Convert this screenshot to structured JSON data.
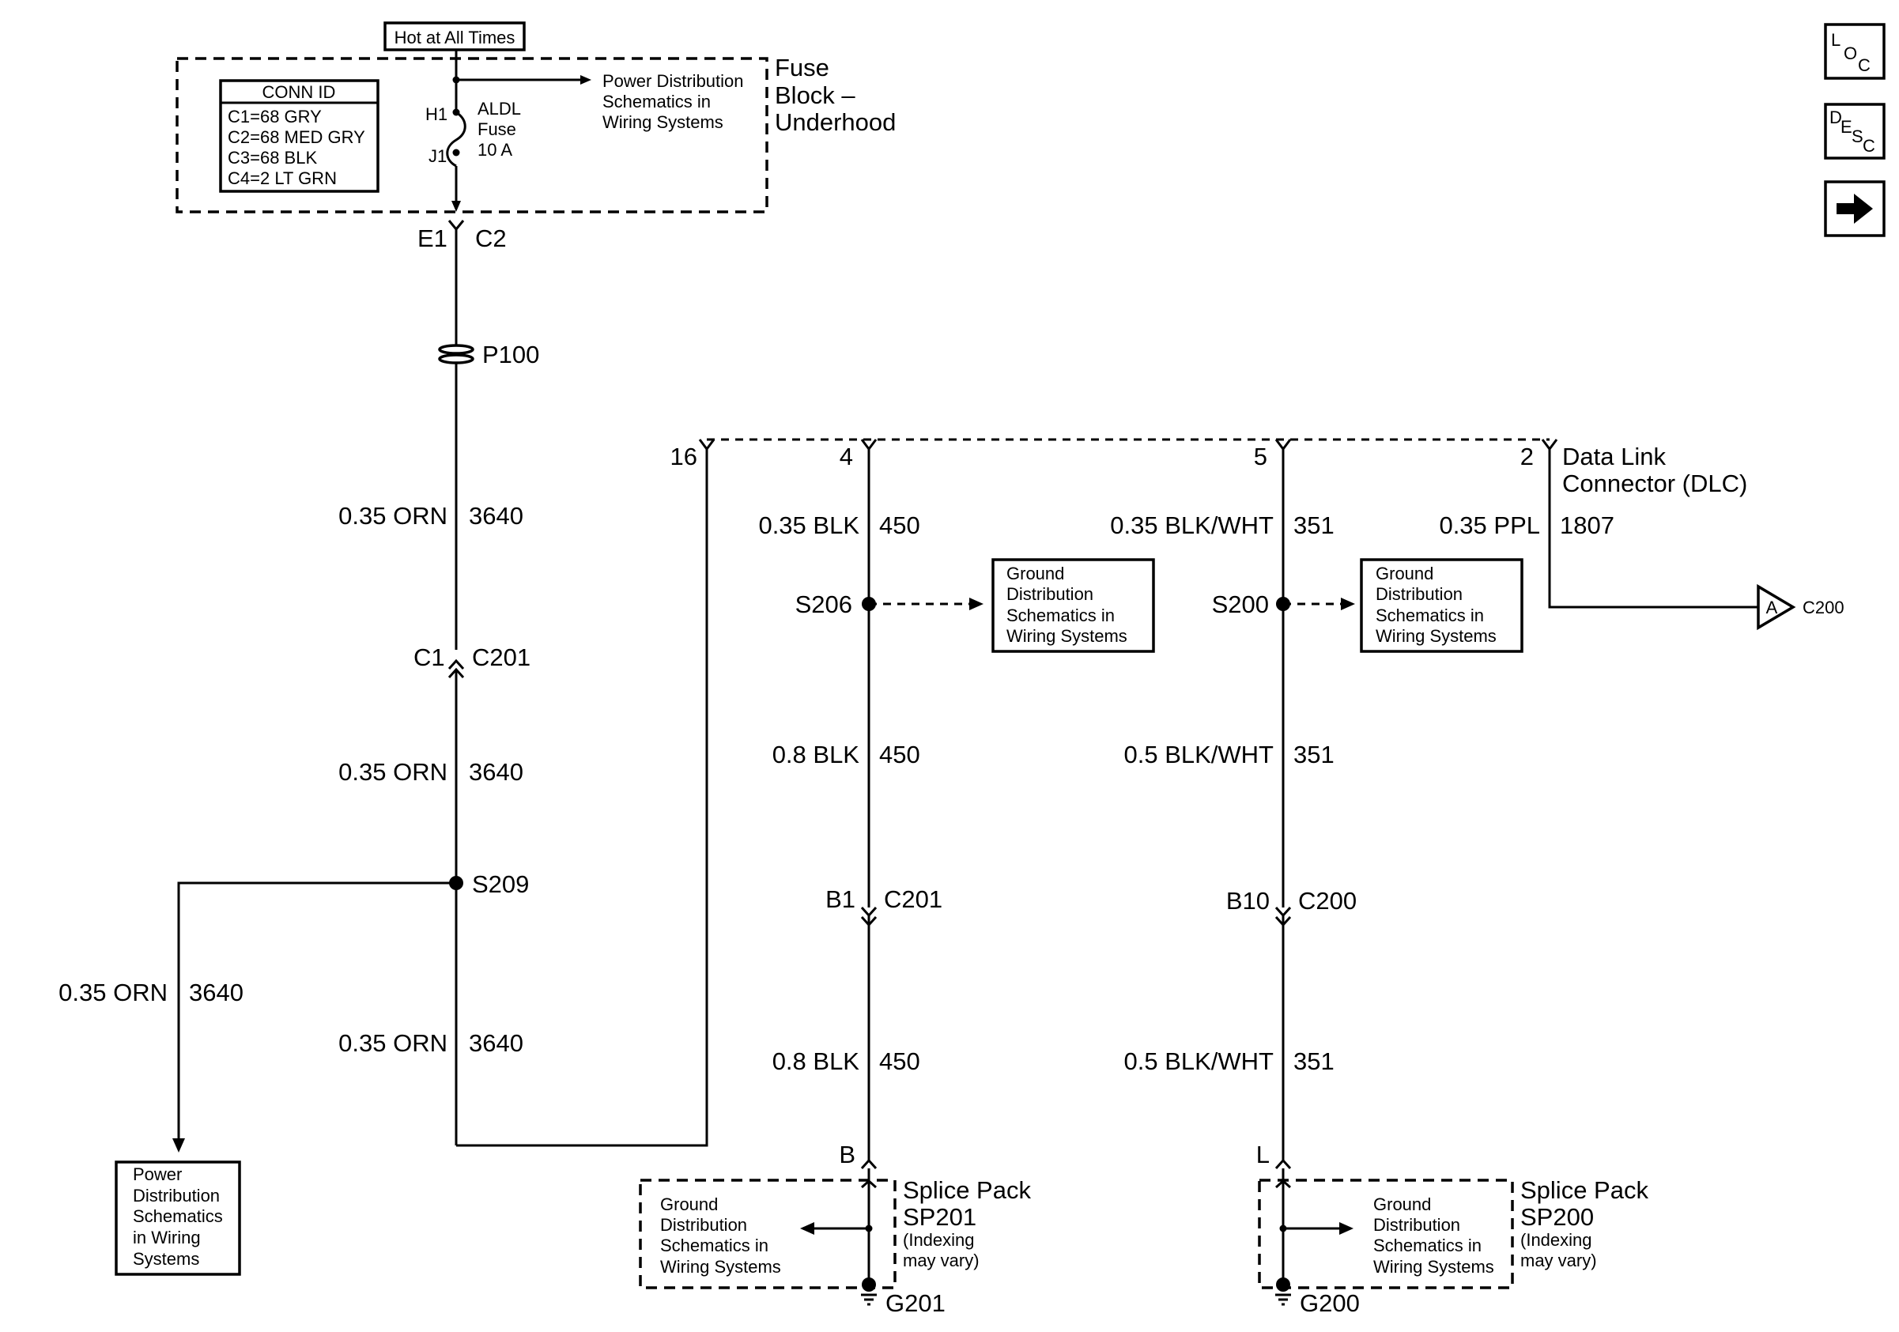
{
  "fuse_block": {
    "hot_label": "Hot at All Times",
    "name_lines": [
      "Fuse",
      "Block –",
      "Underhood"
    ],
    "conn_id_title": "CONN ID",
    "conn_ids": [
      "C1=68 GRY",
      "C2=68 MED GRY",
      "C3=68 BLK",
      "C4=2 LT GRN"
    ],
    "fuse_pins": [
      "H1",
      "J1"
    ],
    "fuse_lines": [
      "ALDL",
      "Fuse",
      "10 A"
    ],
    "power_dist_lines": [
      "Power Distribution",
      "Schematics in",
      "Wiring Systems"
    ]
  },
  "connector_e1": {
    "left": "E1",
    "right": "C2"
  },
  "p100": "P100",
  "wires": {
    "orn_gauge": "0.35 ORN",
    "orn_circuit": "3640",
    "blk1_gauge": "0.35 BLK",
    "blk2_gauge": "0.8 BLK",
    "blk_circuit": "450",
    "bw1_gauge": "0.35 BLK/WHT",
    "bw2_gauge": "0.5 BLK/WHT",
    "bw_circuit": "351",
    "ppl_gauge": "0.35 PPL",
    "ppl_circuit": "1807"
  },
  "c201_upper": {
    "left": "C1",
    "right": "C201"
  },
  "s209": "S209",
  "power_dist_box_lines": [
    "Power",
    "Distribution",
    "Schematics",
    "in Wiring",
    "Systems"
  ],
  "dlc": {
    "pins": [
      "16",
      "4",
      "5",
      "2"
    ],
    "name_lines": [
      "Data Link",
      "Connector (DLC)"
    ]
  },
  "s206": "S206",
  "s200": "S200",
  "ground_dist_lines": [
    "Ground",
    "Distribution",
    "Schematics in",
    "Wiring Systems"
  ],
  "c201_lower": {
    "left": "B1",
    "right": "C201"
  },
  "c200_lower": {
    "left": "B10",
    "right": "C200"
  },
  "offpage": {
    "letter": "A",
    "connector": "C200"
  },
  "sp201": {
    "pin": "B",
    "lines": [
      "Splice Pack",
      "SP201",
      "(Indexing",
      "may vary)"
    ],
    "ground": "G201"
  },
  "sp200": {
    "pin": "L",
    "lines": [
      "Splice Pack",
      "SP200",
      "(Indexing",
      "may vary)"
    ],
    "ground": "G200"
  },
  "nav_buttons": {
    "loc": [
      "L",
      "O",
      "C"
    ],
    "desc": [
      "D",
      "E",
      "S",
      "C"
    ]
  }
}
